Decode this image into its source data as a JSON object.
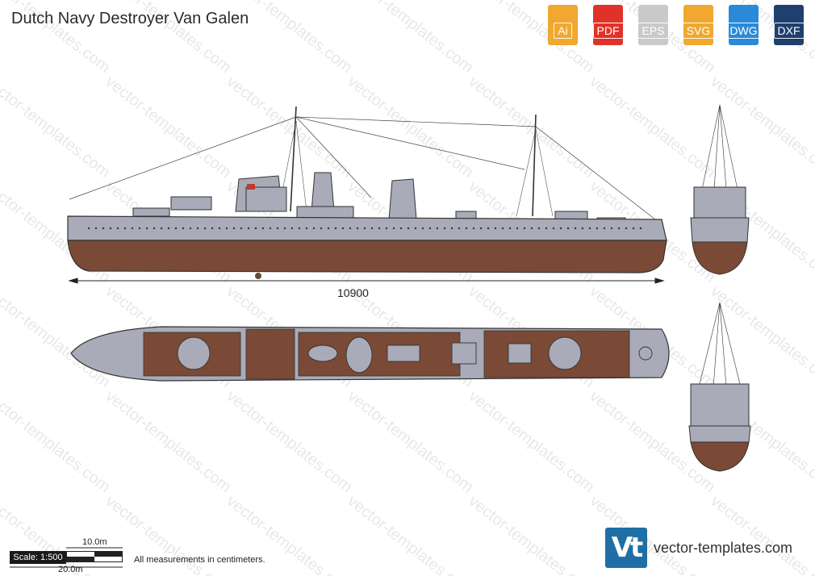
{
  "header": {
    "title": "Dutch Navy Destroyer Van Galen"
  },
  "formats": [
    {
      "label": "Ai",
      "color": "#f0a830"
    },
    {
      "label": "PDF",
      "color": "#e0322a"
    },
    {
      "label": "EPS",
      "color": "#c9c9c9"
    },
    {
      "label": "SVG",
      "color": "#f0a830"
    },
    {
      "label": "DWG",
      "color": "#2a8ad8"
    },
    {
      "label": "DXF",
      "color": "#1f3f6f"
    }
  ],
  "watermark": "vector-templates.com",
  "drawing": {
    "length_label": "10900",
    "hull_color": "#7a4a36",
    "superstructure_color": "#a9abb8",
    "deck_color": "#7a4a36"
  },
  "scale": {
    "label": "Scale: 1:500",
    "small": "10.0m",
    "large": "20.0m",
    "note": "All measurements in centimeters."
  },
  "brand": {
    "logo": "Vt",
    "name": "vector-templates.com"
  }
}
